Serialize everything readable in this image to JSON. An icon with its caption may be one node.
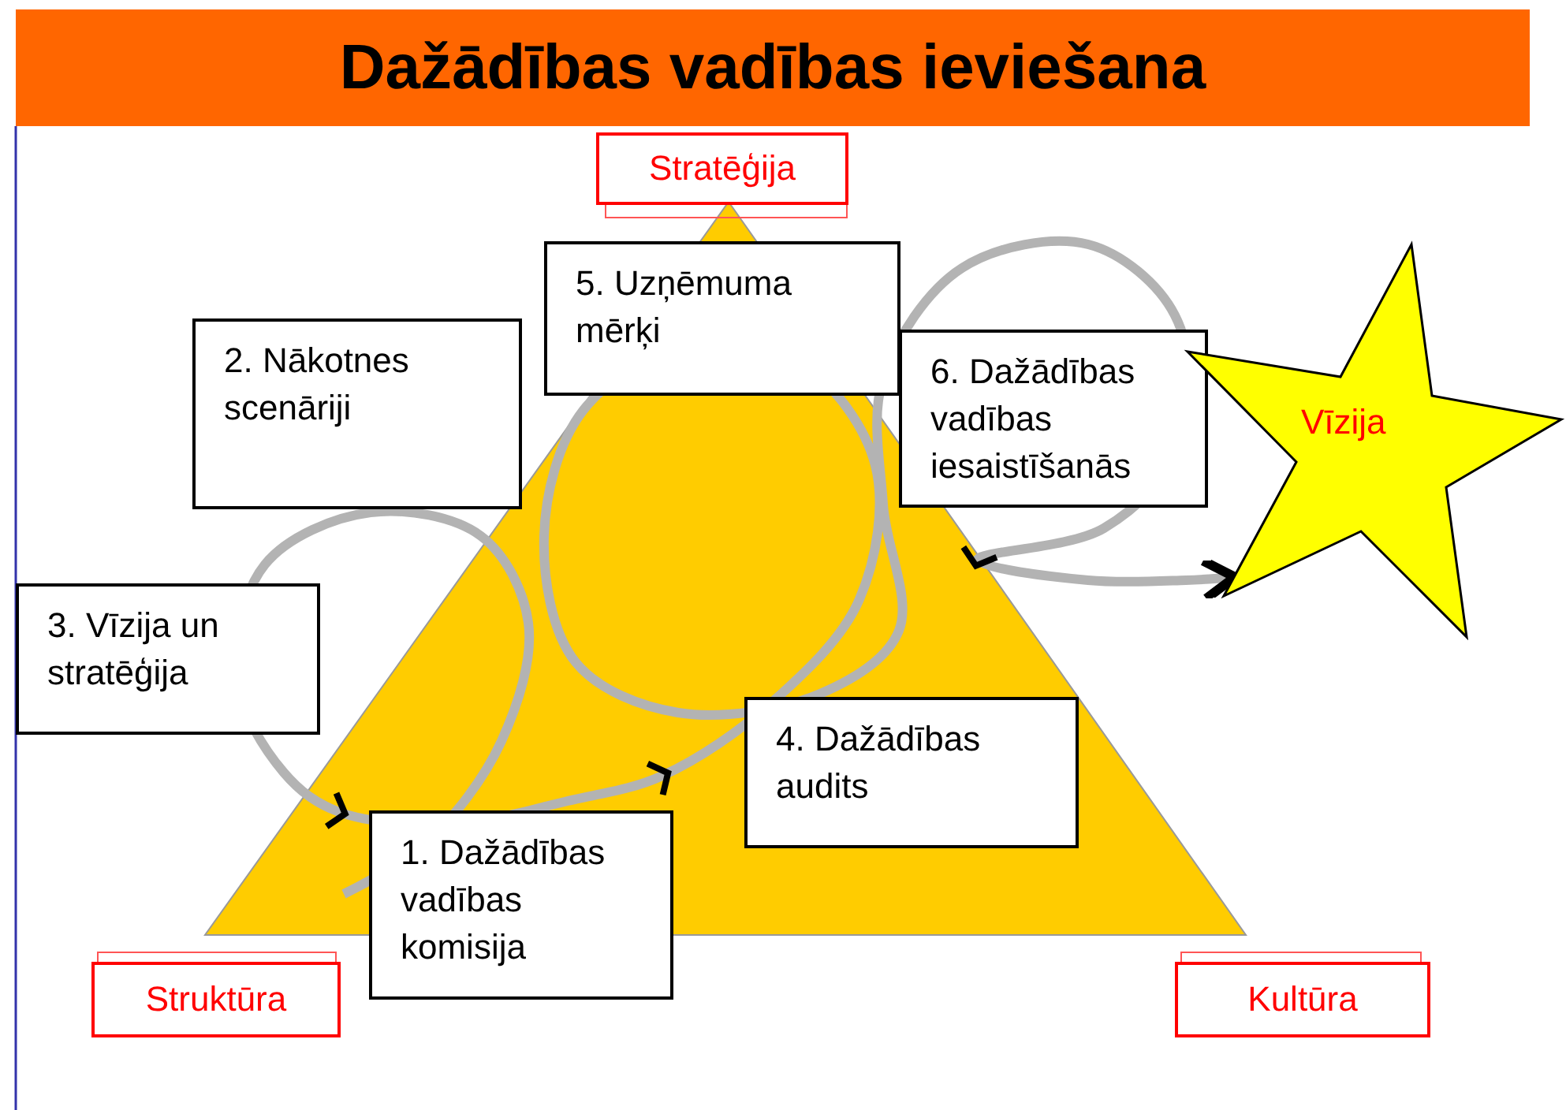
{
  "diagram": {
    "title": "Dažādības vadības ieviešana",
    "nodes": [
      {
        "text": [
          "Stratēģija"
        ]
      },
      {
        "text": [
          "5. Uzņēmuma mērķi"
        ]
      },
      {
        "text": [
          "2. Nākotnes scenāriji"
        ]
      },
      {
        "text": [
          "6. Dažādības vadības iesaistīšanās"
        ]
      },
      {
        "text": [
          "Vīzija"
        ]
      },
      {
        "text": [
          "3. Vīzija un stratēģija"
        ]
      },
      {
        "text": [
          "4. Dažādības audits"
        ]
      },
      {
        "text": [
          "1. Dažādības vadības komisija"
        ]
      },
      {
        "text": [
          "Struktūra"
        ]
      },
      {
        "text": [
          "Kultūra"
        ]
      }
    ],
    "edges": [
      {
        "from": null,
        "to": 4,
        "arrow": "to"
      }
    ]
  }
}
